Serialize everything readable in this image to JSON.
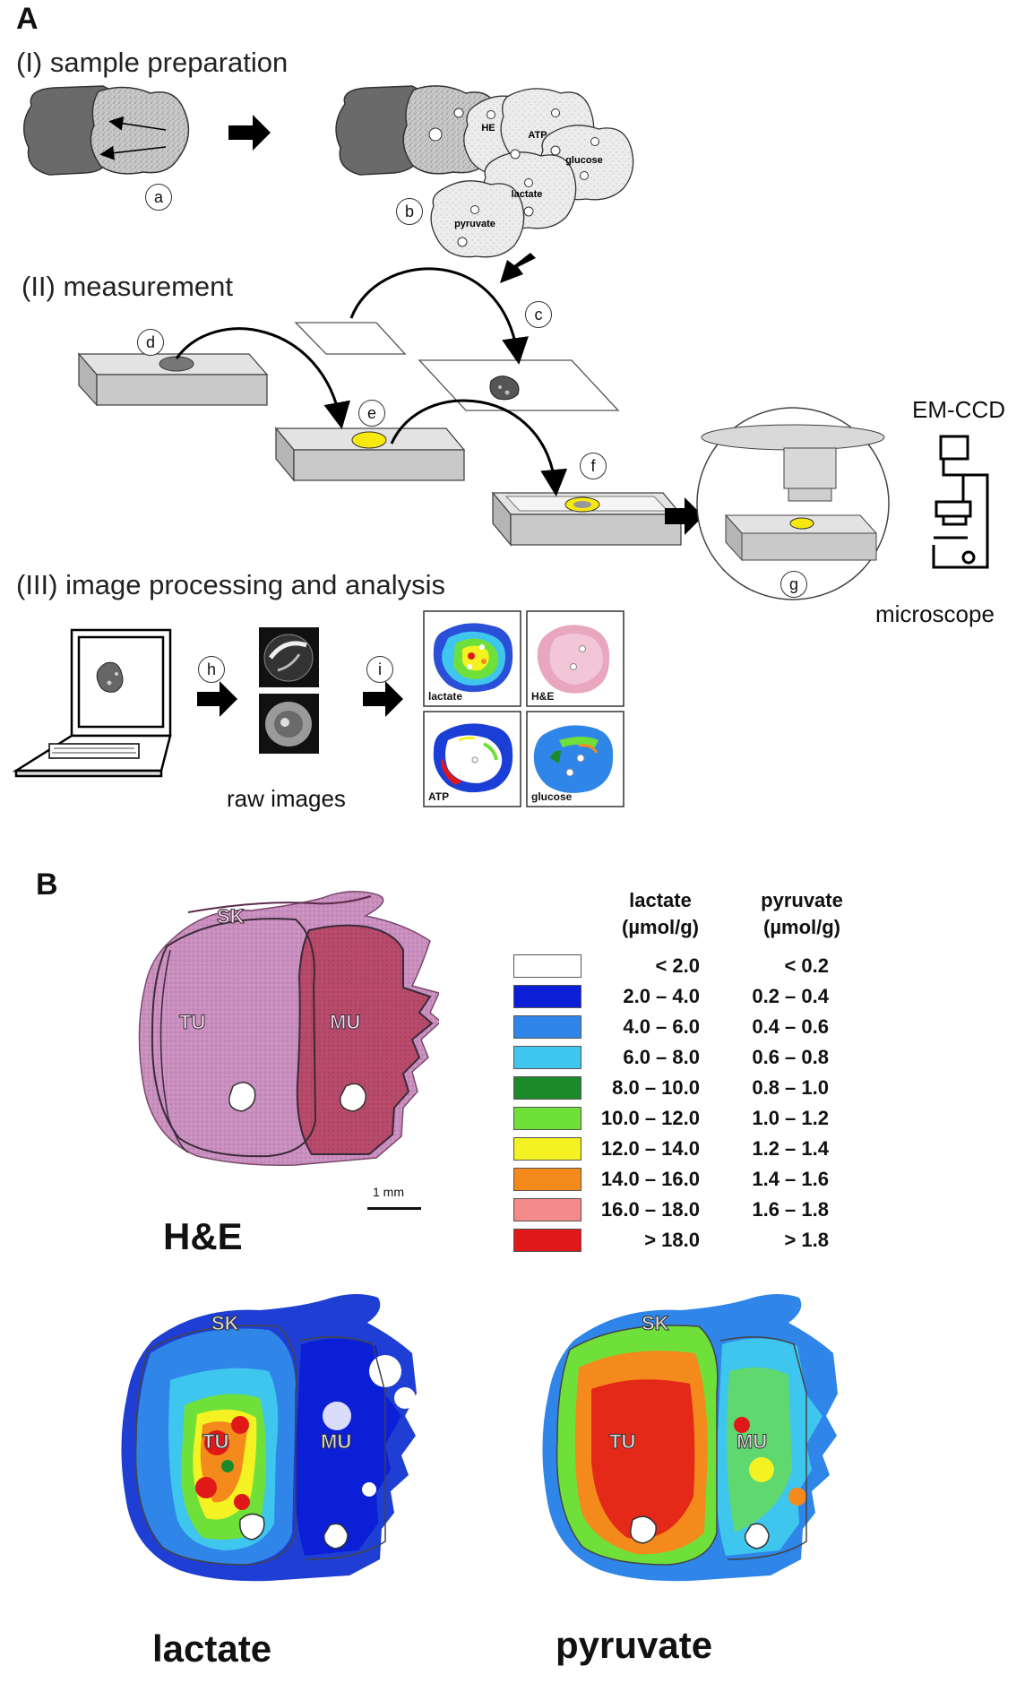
{
  "panel_a": {
    "letter": "A",
    "section1_title": "(I) sample preparation",
    "section2_title": "(II) measurement",
    "section3_title": "(III) image processing and analysis",
    "step_labels": [
      "a",
      "b",
      "c",
      "d",
      "e",
      "f",
      "g",
      "h",
      "i"
    ],
    "slice_labels": [
      "HE",
      "ATP",
      "glucose",
      "lactate",
      "pyruvate"
    ],
    "camera_label": "EM-CCD",
    "microscope_label": "microscope",
    "raw_images_label": "raw images",
    "thumbnails": [
      "lactate",
      "H&E",
      "ATP",
      "glucose"
    ]
  },
  "panel_b": {
    "letter": "B",
    "legend": {
      "lactate_header": [
        "lactate",
        "(µmol/g)"
      ],
      "pyruvate_header": [
        "pyruvate",
        "(µmol/g)"
      ],
      "rows": [
        {
          "color": "#ffffff",
          "lactate": "< 2.0",
          "pyruvate": "< 0.2"
        },
        {
          "color": "#0a1fd6",
          "lactate": "2.0 –   4.0",
          "pyruvate": "0.2 – 0.4"
        },
        {
          "color": "#2f86e8",
          "lactate": "4.0 –   6.0",
          "pyruvate": "0.4 – 0.6"
        },
        {
          "color": "#3ec6ee",
          "lactate": "6.0 –   8.0",
          "pyruvate": "0.6 – 0.8"
        },
        {
          "color": "#1b8a2a",
          "lactate": "8.0 – 10.0",
          "pyruvate": "0.8 – 1.0"
        },
        {
          "color": "#6fe03a",
          "lactate": "10.0 – 12.0",
          "pyruvate": "1.0 – 1.2"
        },
        {
          "color": "#f4f222",
          "lactate": "12.0 – 14.0",
          "pyruvate": "1.2 – 1.4"
        },
        {
          "color": "#f58a1c",
          "lactate": "14.0 – 16.0",
          "pyruvate": "1.4 – 1.6"
        },
        {
          "color": "#f58a8a",
          "lactate": "16.0 – 18.0",
          "pyruvate": "1.6 – 1.8"
        },
        {
          "color": "#e01818",
          "lactate": "> 18.0",
          "pyruvate": "> 1.8"
        }
      ]
    },
    "region_labels": {
      "skin": "SK",
      "tumor": "TU",
      "muscle": "MU"
    },
    "scale_bar": "1 mm",
    "image_titles": {
      "he": "H&E",
      "lactate": "lactate",
      "pyruvate": "pyruvate"
    }
  }
}
